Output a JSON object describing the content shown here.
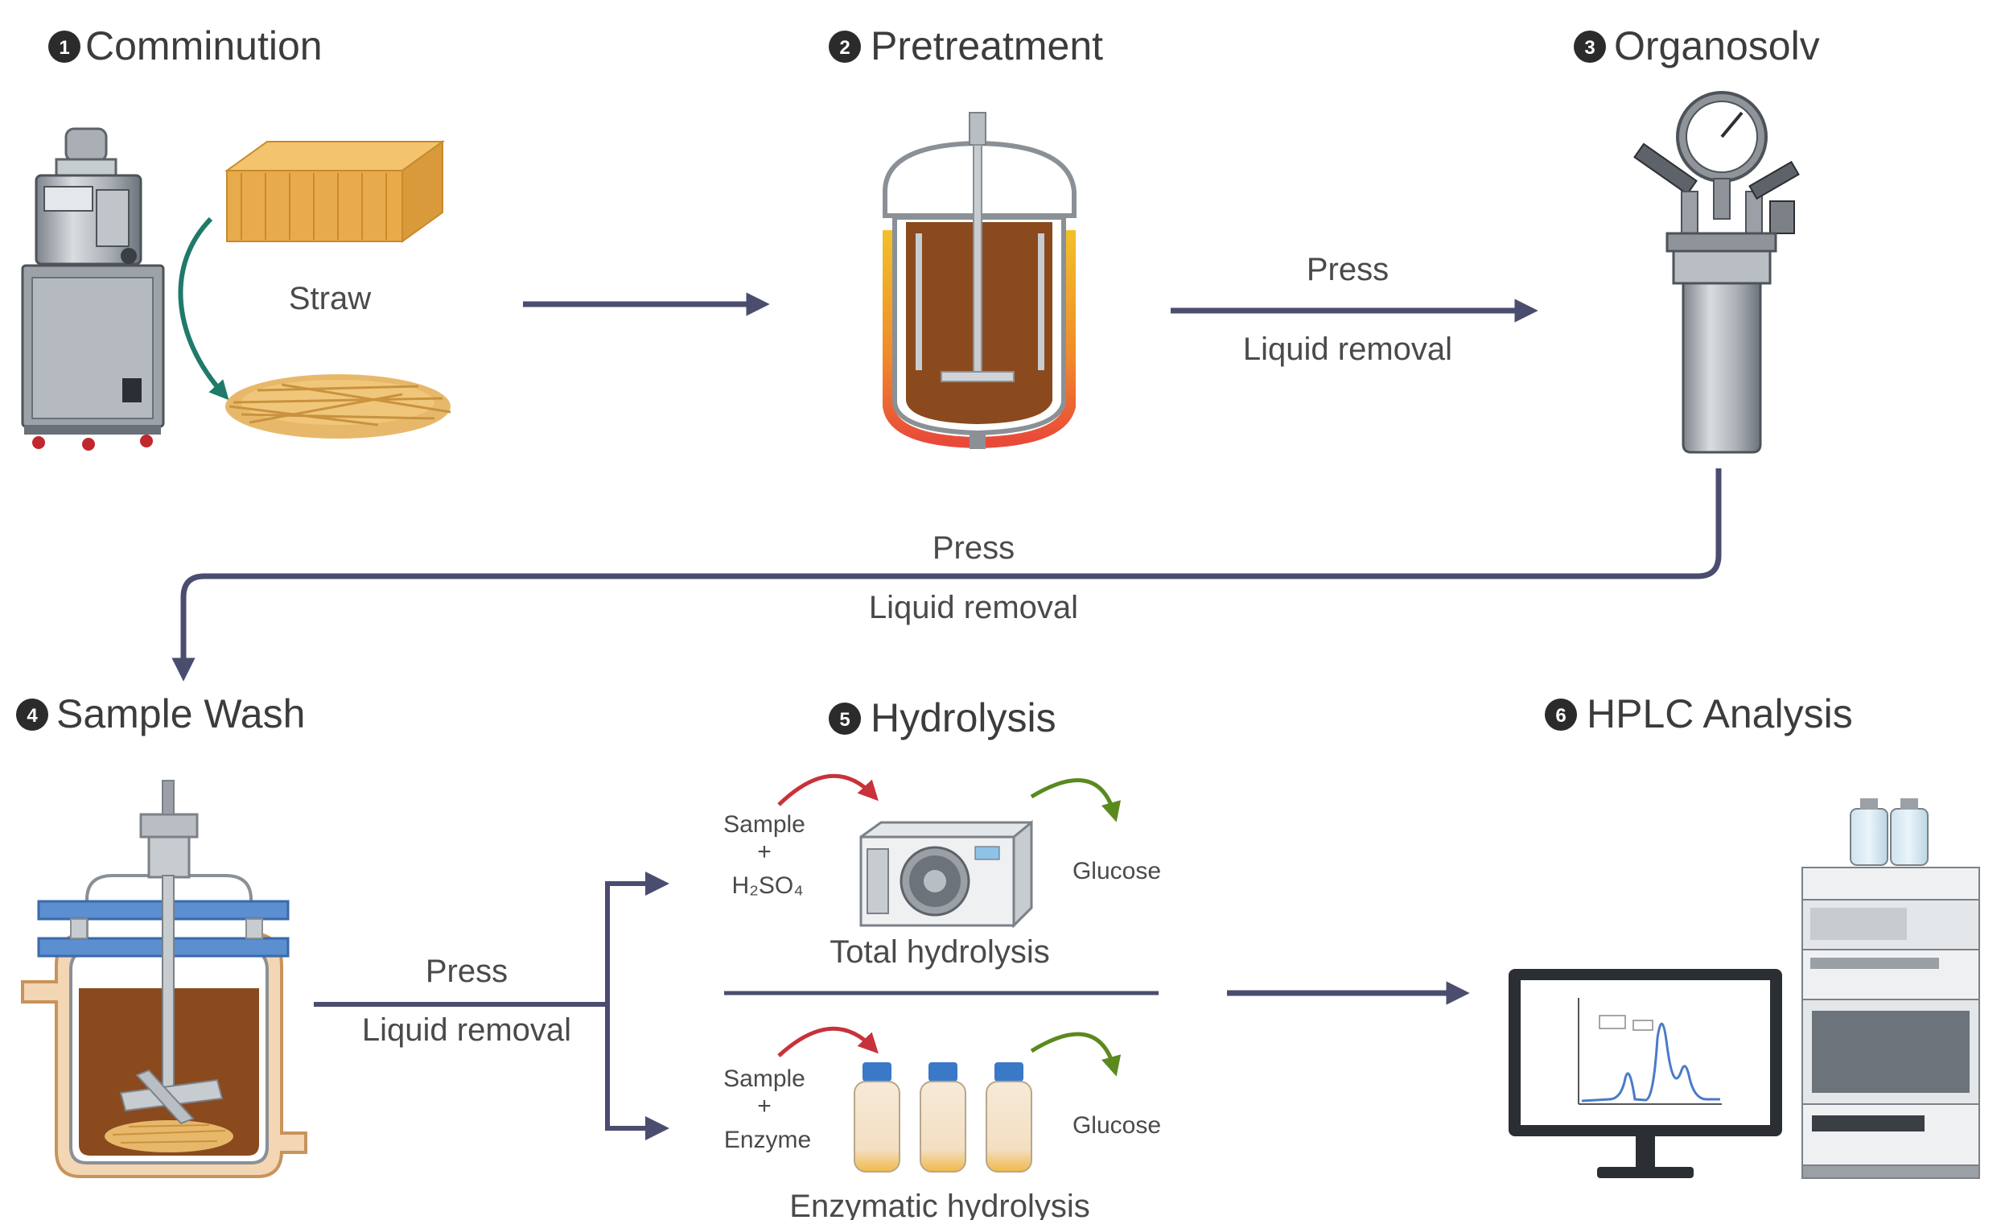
{
  "colors": {
    "arrow": "#4a4d6e",
    "slurry": "#8a4a1e",
    "steel": "#9aa0a6",
    "straw": "#e0a84a",
    "heat": "#e8493a",
    "clamp_blue": "#5b8fd0",
    "vessel_orange": "#e8b98a",
    "red_arrow": "#c8323a",
    "green_arrow": "#5a8a1e",
    "teal_arrow": "#1f7a6a"
  },
  "steps": [
    {
      "num": "1",
      "title": "Comminution"
    },
    {
      "num": "2",
      "title": "Pretreatment"
    },
    {
      "num": "3",
      "title": "Organosolv"
    },
    {
      "num": "4",
      "title": "Sample Wash"
    },
    {
      "num": "5",
      "title": "Hydrolysis"
    },
    {
      "num": "6",
      "title": "HPLC Analysis"
    }
  ],
  "labels": {
    "straw": "Straw",
    "press_1": "Press",
    "liquid_removal_1": "Liquid removal",
    "press_2": "Press",
    "liquid_removal_2": "Liquid removal",
    "press_3": "Press",
    "liquid_removal_3": "Liquid removal"
  },
  "hydrolysis": {
    "total": {
      "input_1": "Sample",
      "plus": "+",
      "input_2": "H₂SO₄",
      "output": "Glucose",
      "caption": "Total hydrolysis"
    },
    "enzymatic": {
      "input_1": "Sample",
      "plus": "+",
      "input_2": "Enzyme",
      "output": "Glucose",
      "caption": "Enzymatic hydrolysis"
    }
  }
}
